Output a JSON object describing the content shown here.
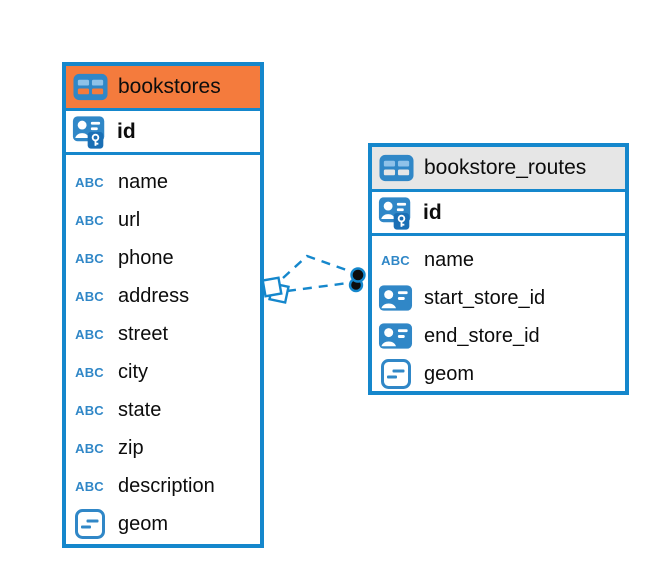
{
  "diagram": {
    "colors": {
      "accent_blue": "#1587CC",
      "icon_blue": "#3087C7",
      "icon_cell_blue": "#8FC2E9",
      "key_badge_blue": "#1A6FB5",
      "endpoint_black": "#0d0d0d",
      "background": "#ffffff",
      "text": "#0c0c0c"
    },
    "type_icons": {
      "text_glyph": "ABC",
      "text": "text-type-icon",
      "fk": "foreign-key-icon",
      "geometry": "geometry-type-icon",
      "pk": "primary-key-icon"
    },
    "tables": [
      {
        "title": "bookstores",
        "header_bg": "#F47B3D",
        "primary_key": {
          "name": "id",
          "type": "pk"
        },
        "columns": [
          {
            "name": "name",
            "type": "text"
          },
          {
            "name": "url",
            "type": "text"
          },
          {
            "name": "phone",
            "type": "text"
          },
          {
            "name": "address",
            "type": "text"
          },
          {
            "name": "street",
            "type": "text"
          },
          {
            "name": "city",
            "type": "text"
          },
          {
            "name": "state",
            "type": "text"
          },
          {
            "name": "zip",
            "type": "text"
          },
          {
            "name": "description",
            "type": "text"
          },
          {
            "name": "geom",
            "type": "geometry"
          }
        ]
      },
      {
        "title": "bookstore_routes",
        "header_bg": "#E6E6E6",
        "primary_key": {
          "name": "id",
          "type": "pk"
        },
        "columns": [
          {
            "name": "name",
            "type": "text"
          },
          {
            "name": "start_store_id",
            "type": "fk"
          },
          {
            "name": "end_store_id",
            "type": "fk"
          },
          {
            "name": "geom",
            "type": "geometry"
          }
        ]
      }
    ],
    "relationships": [
      {
        "from": "bookstore_routes",
        "to": "bookstores",
        "style": "dashed"
      },
      {
        "from": "bookstore_routes",
        "to": "bookstores",
        "style": "dashed"
      }
    ]
  }
}
